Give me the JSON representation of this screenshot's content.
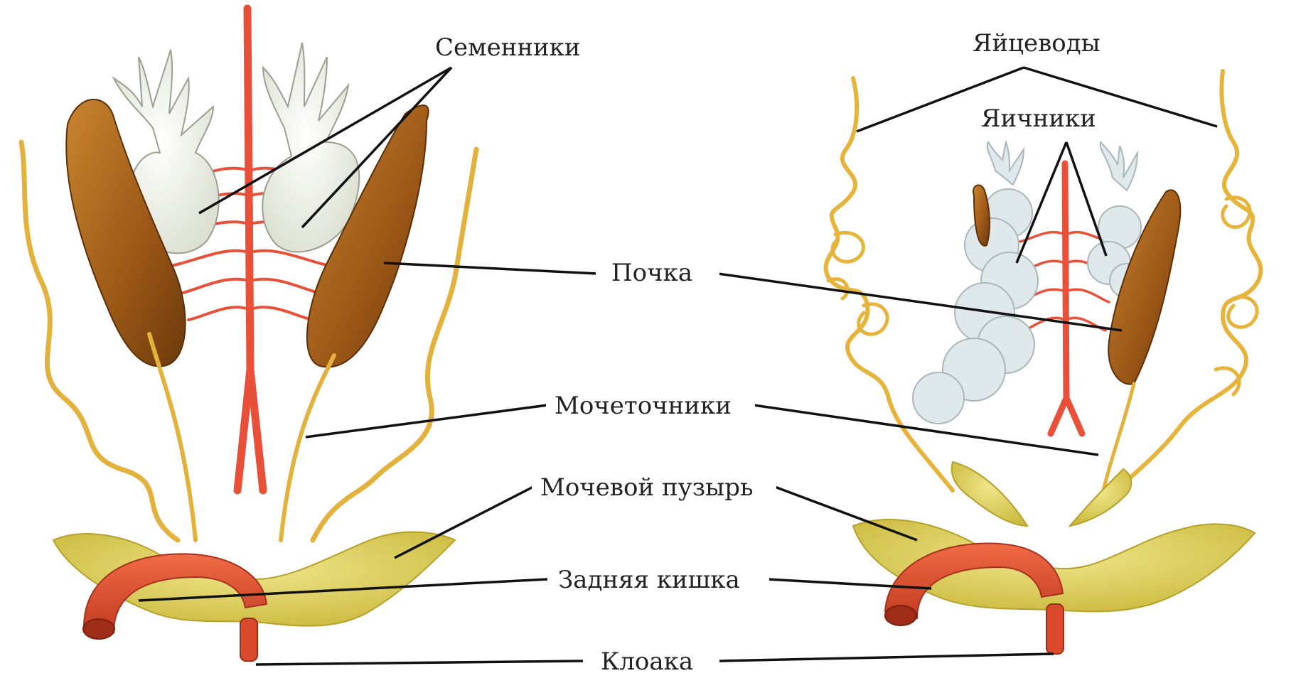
{
  "labels": {
    "testes": "Семенники",
    "oviducts": "Яйцеводы",
    "ovaries": "Яичники",
    "kidney": "Почка",
    "ureters": "Мочеточники",
    "bladder": "Мочевой пузырь",
    "hindgut": "Задняя кишка",
    "cloaca": "Клоака"
  }
}
